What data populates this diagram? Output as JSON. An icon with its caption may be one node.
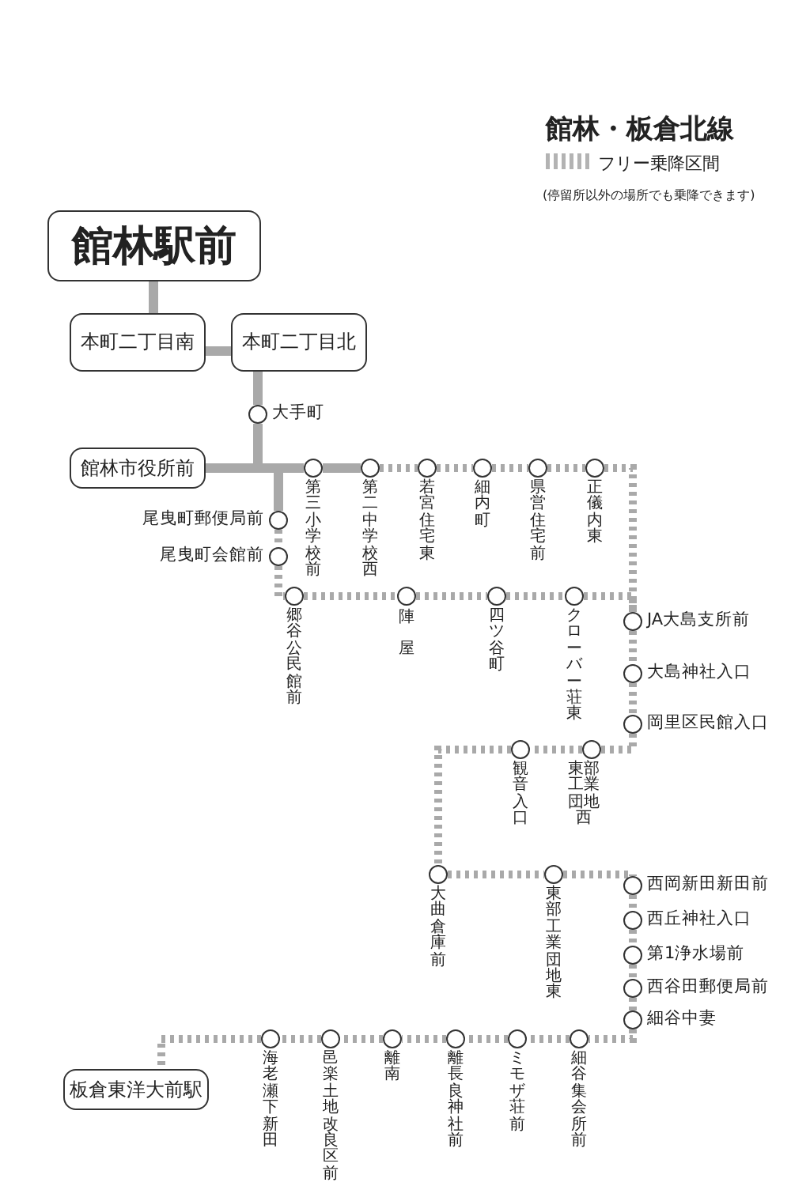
{
  "diagram": {
    "title": "館林・板倉北線",
    "nodes": [
      {
        "text": [
          "館林駅前"
        ]
      },
      {
        "text": [
          "本町二丁目南"
        ]
      },
      {
        "text": [
          "本町二丁目北"
        ]
      },
      {
        "text": [],
        "shape": "circle",
        "beside": [
          "大手町"
        ]
      },
      {
        "text": [
          "館林市役所前"
        ]
      },
      {
        "text": [],
        "shape": "circle",
        "beside": [
          "第三小学校前"
        ]
      },
      {
        "text": [],
        "shape": "circle",
        "beside": [
          "第二中学校西"
        ]
      },
      {
        "text": [],
        "shape": "circle",
        "beside": [
          "若宮住宅東"
        ]
      },
      {
        "text": [],
        "shape": "circle",
        "beside": [
          "細内町"
        ]
      },
      {
        "text": [],
        "shape": "circle",
        "beside": [
          "県営住宅前"
        ]
      },
      {
        "text": [],
        "shape": "circle",
        "beside": [
          "正儀内東"
        ]
      },
      {
        "text": [],
        "shape": "circle",
        "beside": [
          "尾曳町郵便局前"
        ]
      },
      {
        "text": [],
        "shape": "circle",
        "beside": [
          "尾曳町会館前"
        ]
      },
      {
        "text": [],
        "shape": "circle",
        "beside": [
          "郷谷公民館前"
        ]
      },
      {
        "text": [],
        "shape": "circle",
        "beside": [
          "陣屋"
        ]
      },
      {
        "text": [],
        "shape": "circle",
        "beside": [
          "四ツ谷町"
        ]
      },
      {
        "text": [],
        "shape": "circle",
        "beside": [
          "クローバー荘東"
        ]
      },
      {
        "text": [],
        "shape": "circle",
        "beside": [
          "JA大島支所前"
        ]
      },
      {
        "text": [],
        "shape": "circle",
        "beside": [
          "大島神社入口"
        ]
      },
      {
        "text": [],
        "shape": "circle",
        "beside": [
          "岡里区民館入口"
        ]
      },
      {
        "text": [],
        "shape": "circle",
        "beside": [
          "東部工業団地西"
        ]
      },
      {
        "text": [],
        "shape": "circle",
        "beside": [
          "観音入口"
        ]
      },
      {
        "text": [],
        "shape": "circle",
        "beside": [
          "大曲倉庫前"
        ]
      },
      {
        "text": [],
        "shape": "circle",
        "beside": [
          "東部工業団地東"
        ]
      },
      {
        "text": [],
        "shape": "circle",
        "beside": [
          "西岡新田新田前"
        ]
      },
      {
        "text": [],
        "shape": "circle",
        "beside": [
          "西丘神社入口"
        ]
      },
      {
        "text": [],
        "shape": "circle",
        "beside": [
          "第1浄水場前"
        ]
      },
      {
        "text": [],
        "shape": "circle",
        "beside": [
          "西谷田郵便局前"
        ]
      },
      {
        "text": [],
        "shape": "circle",
        "beside": [
          "細谷中妻"
        ]
      },
      {
        "text": [],
        "shape": "circle",
        "beside": [
          "細谷集会所前"
        ]
      },
      {
        "text": [],
        "shape": "circle",
        "beside": [
          "ミモザ荘前"
        ]
      },
      {
        "text": [],
        "shape": "circle",
        "beside": [
          "離長良神社前"
        ]
      },
      {
        "text": [],
        "shape": "circle",
        "beside": [
          "離南"
        ]
      },
      {
        "text": [],
        "shape": "circle",
        "beside": [
          "邑楽土地改良区前"
        ]
      },
      {
        "text": [],
        "shape": "circle",
        "beside": [
          "海老瀬下新田"
        ]
      },
      {
        "text": [
          "板倉東洋大前駅"
        ]
      }
    ],
    "edges": [
      {
        "from": 0,
        "to": 1,
        "arrow": "none"
      },
      {
        "from": 1,
        "to": 2,
        "arrow": "none"
      },
      {
        "from": 2,
        "to": 3,
        "arrow": "none"
      },
      {
        "from": 3,
        "to": 4,
        "arrow": "none"
      },
      {
        "from": 3,
        "to": 5,
        "arrow": "none"
      },
      {
        "from": 3,
        "to": 11,
        "arrow": "none"
      },
      {
        "from": 5,
        "to": 6,
        "arrow": "none"
      },
      {
        "from": 6,
        "to": 7,
        "arrow": "none",
        "style": "dashed"
      },
      {
        "from": 7,
        "to": 8,
        "arrow": "none",
        "style": "dashed"
      },
      {
        "from": 8,
        "to": 9,
        "arrow": "none",
        "style": "dashed"
      },
      {
        "from": 9,
        "to": 10,
        "arrow": "none",
        "style": "dashed"
      },
      {
        "from": 10,
        "to": 17,
        "arrow": "none",
        "style": "dashed"
      },
      {
        "from": 11,
        "to": 12,
        "arrow": "none",
        "style": "dashed"
      },
      {
        "from": 12,
        "to": 13,
        "arrow": "none",
        "style": "dashed"
      },
      {
        "from": 13,
        "to": 14,
        "arrow": "none",
        "style": "dashed"
      },
      {
        "from": 14,
        "to": 15,
        "arrow": "none",
        "style": "dashed"
      },
      {
        "from": 15,
        "to": 16,
        "arrow": "none",
        "style": "dashed"
      },
      {
        "from": 16,
        "to": 17,
        "arrow": "none",
        "style": "dashed"
      },
      {
        "from": 17,
        "to": 18,
        "arrow": "none",
        "style": "dashed"
      },
      {
        "from": 18,
        "to": 19,
        "arrow": "none",
        "style": "dashed"
      },
      {
        "from": 19,
        "to": 20,
        "arrow": "none",
        "style": "dashed"
      },
      {
        "from": 20,
        "to": 21,
        "arrow": "none",
        "style": "dashed"
      },
      {
        "from": 21,
        "to": 22,
        "arrow": "none",
        "style": "dashed"
      },
      {
        "from": 22,
        "to": 23,
        "arrow": "none",
        "style": "dashed"
      },
      {
        "from": 23,
        "to": 24,
        "arrow": "none",
        "style": "dashed"
      },
      {
        "from": 24,
        "to": 25,
        "arrow": "none",
        "style": "dashed"
      },
      {
        "from": 25,
        "to": 26,
        "arrow": "none",
        "style": "dashed"
      },
      {
        "from": 26,
        "to": 27,
        "arrow": "none",
        "style": "dashed"
      },
      {
        "from": 27,
        "to": 28,
        "arrow": "none",
        "style": "dashed"
      },
      {
        "from": 28,
        "to": 29,
        "arrow": "none",
        "style": "dashed"
      },
      {
        "from": 29,
        "to": 30,
        "arrow": "none",
        "style": "dashed"
      },
      {
        "from": 30,
        "to": 31,
        "arrow": "none",
        "style": "dashed"
      },
      {
        "from": 31,
        "to": 32,
        "arrow": "none",
        "style": "dashed"
      },
      {
        "from": 32,
        "to": 33,
        "arrow": "none",
        "style": "dashed"
      },
      {
        "from": 33,
        "to": 34,
        "arrow": "none",
        "style": "dashed"
      },
      {
        "from": 34,
        "to": 35,
        "arrow": "none",
        "style": "dashed"
      }
    ],
    "labels": [
      "(停留所以外の場所でも乗降できます)"
    ],
    "legend": [
      {
        "text": "フリー乗降区間"
      }
    ]
  }
}
